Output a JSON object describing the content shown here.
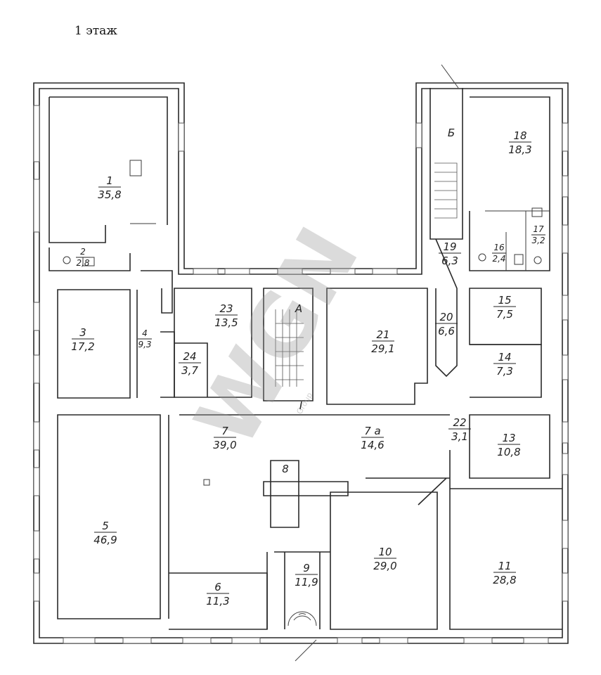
{
  "title": "1 этаж",
  "watermark": {
    "logo": "WGN",
    "tagline": "Group"
  },
  "stairs": {
    "a": "А",
    "b": "Б",
    "i": "I"
  },
  "rooms": [
    {
      "id": "r1",
      "num": "1",
      "area": "35,8"
    },
    {
      "id": "r2",
      "num": "2",
      "area": "2,8"
    },
    {
      "id": "r3",
      "num": "3",
      "area": "17,2"
    },
    {
      "id": "r4",
      "num": "4",
      "area": "9,3"
    },
    {
      "id": "r5",
      "num": "5",
      "area": "46,9"
    },
    {
      "id": "r6",
      "num": "6",
      "area": "11,3"
    },
    {
      "id": "r7",
      "num": "7",
      "area": "39,0"
    },
    {
      "id": "r7a",
      "num": "7 а",
      "area": "14,6"
    },
    {
      "id": "r8",
      "num": "8",
      "area": ""
    },
    {
      "id": "r9",
      "num": "9",
      "area": "11,9"
    },
    {
      "id": "r10",
      "num": "10",
      "area": "29,0"
    },
    {
      "id": "r11",
      "num": "11",
      "area": "28,8"
    },
    {
      "id": "r13",
      "num": "13",
      "area": "10,8"
    },
    {
      "id": "r14",
      "num": "14",
      "area": "7,3"
    },
    {
      "id": "r15",
      "num": "15",
      "area": "7,5"
    },
    {
      "id": "r16",
      "num": "16",
      "area": "2,4"
    },
    {
      "id": "r17",
      "num": "17",
      "area": "3,2"
    },
    {
      "id": "r18",
      "num": "18",
      "area": "18,3"
    },
    {
      "id": "r19",
      "num": "19",
      "area": "6,3"
    },
    {
      "id": "r20",
      "num": "20",
      "area": "6,6"
    },
    {
      "id": "r21",
      "num": "21",
      "area": "29,1"
    },
    {
      "id": "r22",
      "num": "22",
      "area": "3,1"
    },
    {
      "id": "r23",
      "num": "23",
      "area": "13,5"
    },
    {
      "id": "r24",
      "num": "24",
      "area": "3,7"
    }
  ]
}
